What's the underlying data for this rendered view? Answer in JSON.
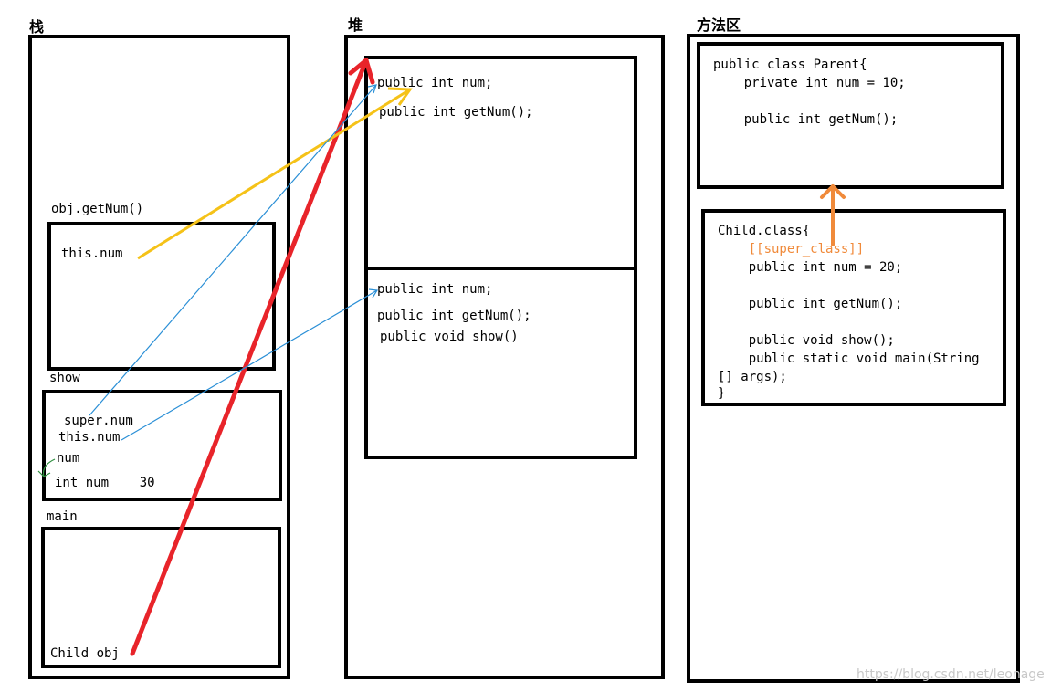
{
  "sections": {
    "stack": "栈",
    "heap": "堆",
    "method_area": "方法区"
  },
  "stack": {
    "frame_getnum": {
      "title": "obj.getNum()",
      "lines": [
        "this.num"
      ]
    },
    "frame_show": {
      "title": "show",
      "lines": [
        "super.num",
        "this.num",
        "num",
        "int num    30"
      ]
    },
    "frame_main": {
      "title": "main",
      "lines": [
        "Child obj"
      ]
    }
  },
  "heap": {
    "parent_part": [
      "public int num;",
      "public int getNum();"
    ],
    "child_part": [
      "public int num;",
      "public int getNum();",
      "public void show()"
    ]
  },
  "method_area": {
    "parent_class": [
      "public class Parent{",
      "    private int num = 10;",
      "",
      "    public int getNum();"
    ],
    "child_class": [
      "Child.class{",
      "    [[super_class]]",
      "    public int num = 20;",
      "",
      "    public int getNum();",
      "",
      "    public void show();",
      "    public static void main(String",
      "[] args);",
      "}"
    ]
  },
  "watermark": "https://blog.csdn.net/leonage",
  "colors": {
    "red": "#e8242a",
    "yellow": "#f5c218",
    "blue": "#2a8fd6",
    "green": "#2f8f3f",
    "orange": "#f08a3a"
  }
}
